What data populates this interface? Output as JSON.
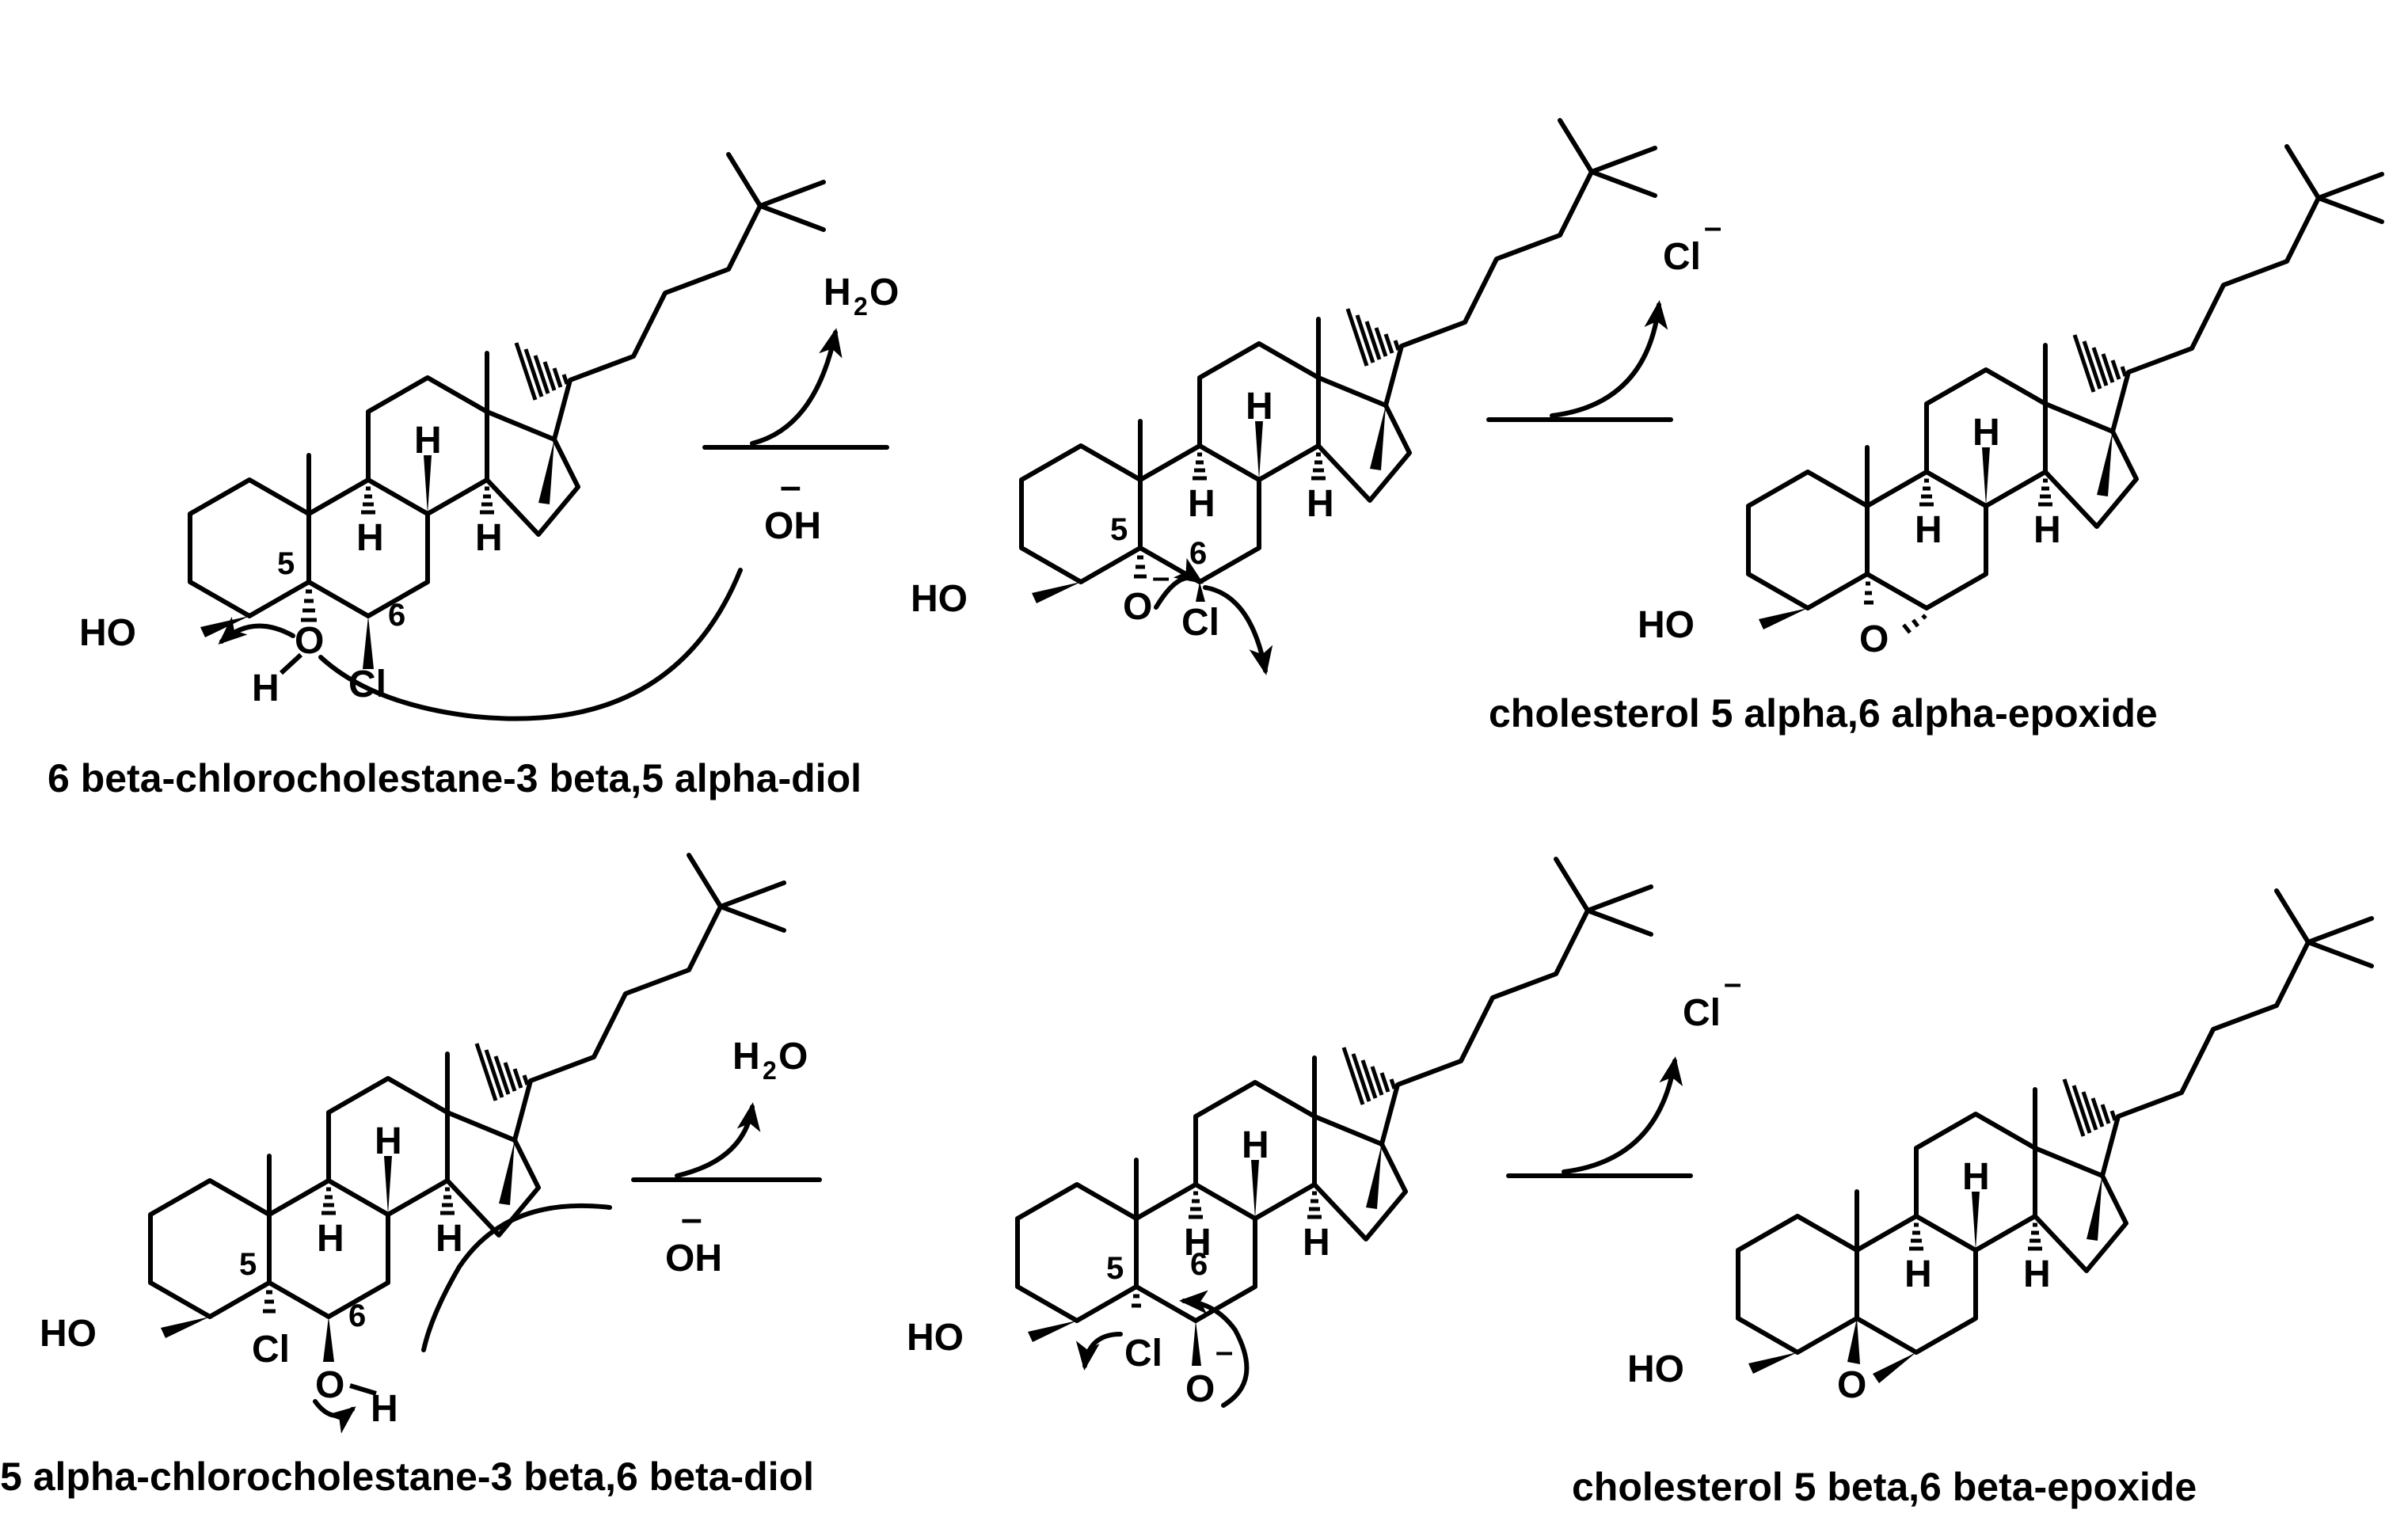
{
  "colors": {
    "oxygen": "#ff0000",
    "chlorine": "#22ee22",
    "bond": "#000000"
  },
  "text": {
    "HO": "HO",
    "H": "H",
    "O": "O",
    "Cl": "Cl",
    "minus": "–",
    "superMinus": "–",
    "n5": "5",
    "n6": "6",
    "OH": "OH",
    "H2O_H": "H",
    "H2O_2": "2",
    "H2O_O": "O"
  },
  "compounds": {
    "c1": {
      "name": "6 beta-chlorocholestane-3 beta,5 alpha-diol"
    },
    "c3": {
      "name": "cholesterol 5 alpha,6 alpha-epoxide"
    },
    "c4": {
      "name": "5 alpha-chlorocholestane-3 beta,6 beta-diol"
    },
    "c6": {
      "name": "cholesterol 5 beta,6 beta-epoxide"
    }
  },
  "reactions": {
    "r1": {
      "byproduct": "H2O",
      "reagent": "OH"
    },
    "r2": {
      "byproduct": "Cl"
    },
    "r3": {
      "byproduct": "H2O",
      "reagent": "OH"
    },
    "r4": {
      "byproduct": "Cl"
    }
  }
}
